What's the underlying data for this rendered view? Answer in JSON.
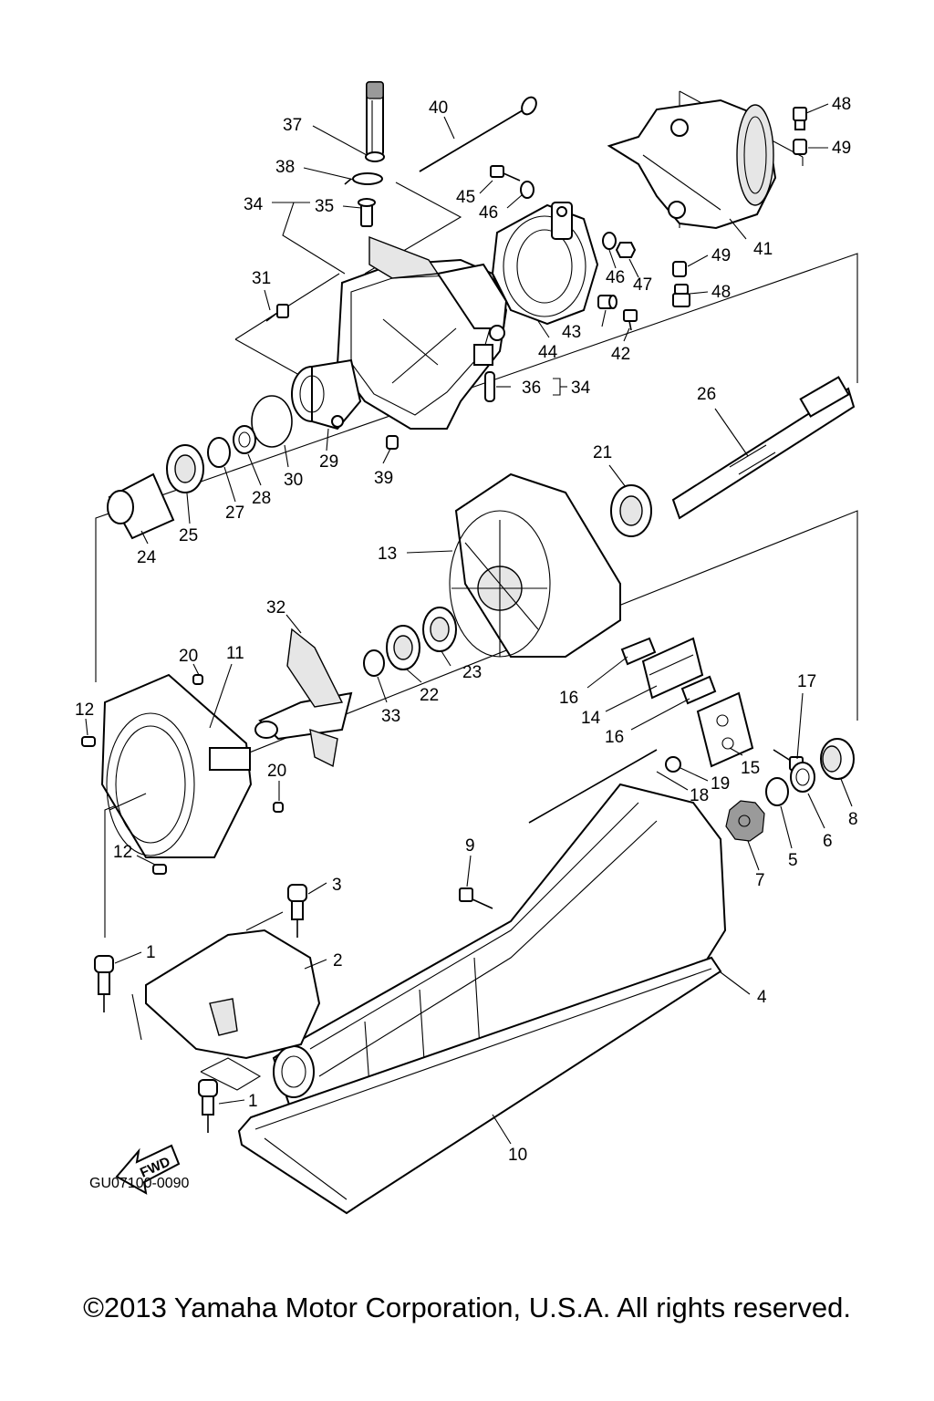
{
  "diagram": {
    "part_labels": [
      {
        "id": "1a",
        "text": "1"
      },
      {
        "id": "1b",
        "text": "1"
      },
      {
        "id": "2",
        "text": "2"
      },
      {
        "id": "3",
        "text": "3"
      },
      {
        "id": "4",
        "text": "4"
      },
      {
        "id": "5",
        "text": "5"
      },
      {
        "id": "6",
        "text": "6"
      },
      {
        "id": "7",
        "text": "7"
      },
      {
        "id": "8",
        "text": "8"
      },
      {
        "id": "9",
        "text": "9"
      },
      {
        "id": "10",
        "text": "10"
      },
      {
        "id": "11",
        "text": "11"
      },
      {
        "id": "12a",
        "text": "12"
      },
      {
        "id": "12b",
        "text": "12"
      },
      {
        "id": "13",
        "text": "13"
      },
      {
        "id": "14",
        "text": "14"
      },
      {
        "id": "15",
        "text": "15"
      },
      {
        "id": "16a",
        "text": "16"
      },
      {
        "id": "16b",
        "text": "16"
      },
      {
        "id": "17",
        "text": "17"
      },
      {
        "id": "18",
        "text": "18"
      },
      {
        "id": "19",
        "text": "19"
      },
      {
        "id": "20a",
        "text": "20"
      },
      {
        "id": "20b",
        "text": "20"
      },
      {
        "id": "21",
        "text": "21"
      },
      {
        "id": "22",
        "text": "22"
      },
      {
        "id": "23",
        "text": "23"
      },
      {
        "id": "24",
        "text": "24"
      },
      {
        "id": "25",
        "text": "25"
      },
      {
        "id": "26",
        "text": "26"
      },
      {
        "id": "27",
        "text": "27"
      },
      {
        "id": "28",
        "text": "28"
      },
      {
        "id": "29",
        "text": "29"
      },
      {
        "id": "30",
        "text": "30"
      },
      {
        "id": "31",
        "text": "31"
      },
      {
        "id": "32",
        "text": "32"
      },
      {
        "id": "33",
        "text": "33"
      },
      {
        "id": "34a",
        "text": "34"
      },
      {
        "id": "34b",
        "text": "34"
      },
      {
        "id": "35",
        "text": "35"
      },
      {
        "id": "36",
        "text": "36"
      },
      {
        "id": "37",
        "text": "37"
      },
      {
        "id": "38",
        "text": "38"
      },
      {
        "id": "39",
        "text": "39"
      },
      {
        "id": "40",
        "text": "40"
      },
      {
        "id": "41",
        "text": "41"
      },
      {
        "id": "42",
        "text": "42"
      },
      {
        "id": "43",
        "text": "43"
      },
      {
        "id": "44",
        "text": "44"
      },
      {
        "id": "45",
        "text": "45"
      },
      {
        "id": "46a",
        "text": "46"
      },
      {
        "id": "46b",
        "text": "46"
      },
      {
        "id": "47",
        "text": "47"
      },
      {
        "id": "48a",
        "text": "48"
      },
      {
        "id": "48b",
        "text": "48"
      },
      {
        "id": "49a",
        "text": "49"
      },
      {
        "id": "49b",
        "text": "49"
      }
    ],
    "fwd_label": "FWD",
    "drawing_code": "GU07100-0090"
  },
  "copyright": "©2013 Yamaha Motor Corporation, U.S.A. All rights reserved."
}
